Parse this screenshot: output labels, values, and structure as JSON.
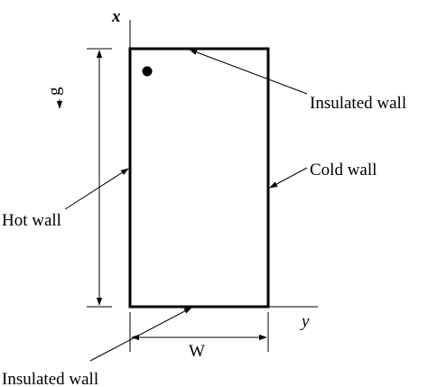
{
  "labels": {
    "x_axis": "x",
    "y_axis": "y",
    "gravity": "g",
    "insulated_top": "Insulated wall",
    "insulated_bottom": "Insulated wall",
    "hot_wall": "Hot wall",
    "cold_wall": "Cold wall",
    "width": "W"
  }
}
